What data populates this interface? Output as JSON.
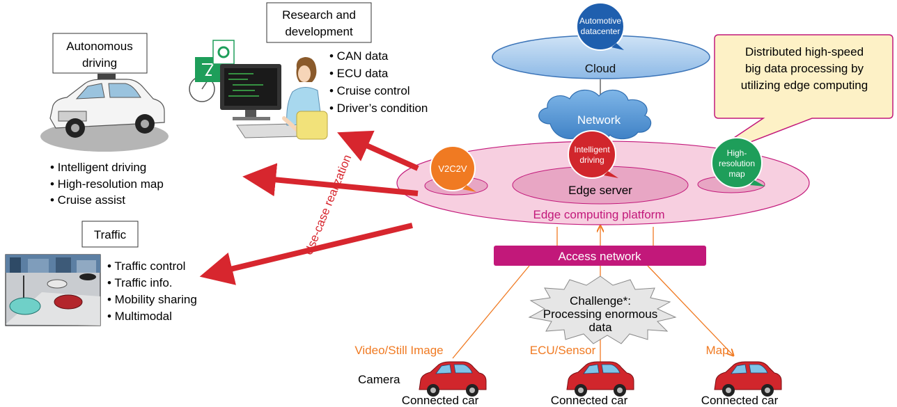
{
  "labels": {
    "autonomous_driving": [
      "Autonomous",
      "driving"
    ],
    "research_dev": [
      "Research and",
      "development"
    ],
    "traffic": "Traffic",
    "automotive_datacenter": [
      "Automotive",
      "datacenter"
    ],
    "cloud": "Cloud",
    "network": "Network",
    "callout": [
      "Distributed high-speed",
      "big data processing by",
      "utilizing edge computing"
    ],
    "v2c2v": "V2C2V",
    "intelligent_driving": [
      "Intelligent",
      "driving"
    ],
    "high_res_map": [
      "High-",
      "resolution",
      "map"
    ],
    "edge_server": "Edge server",
    "edge_platform": "Edge computing platform",
    "access_network": "Access network",
    "challenge": [
      "Challenge*:",
      "Processing enormous",
      "data"
    ],
    "use_case": "Use-case realization",
    "video_still": "Video/Still Image",
    "ecu_sensor": "ECU/Sensor",
    "map": "Map",
    "camera": "Camera",
    "connected_car": "Connected car"
  },
  "lists": {
    "research": [
      "• CAN data",
      "• ECU data",
      "• Cruise control",
      "• Driver’s condition"
    ],
    "autonomous": [
      "• Intelligent driving",
      "• High-resolution map",
      "• Cruise assist"
    ],
    "traffic": [
      "• Traffic control",
      "• Traffic info.",
      "• Mobility sharing",
      "• Multimodal"
    ]
  },
  "colors": {
    "edge_pink": "#f7cfe0",
    "magenta": "#c2187a",
    "arrow_red": "#d7262e",
    "orange": "#f07a22",
    "cloud_blue": "#4f93d2",
    "callout_bg": "#fdf1c6"
  }
}
